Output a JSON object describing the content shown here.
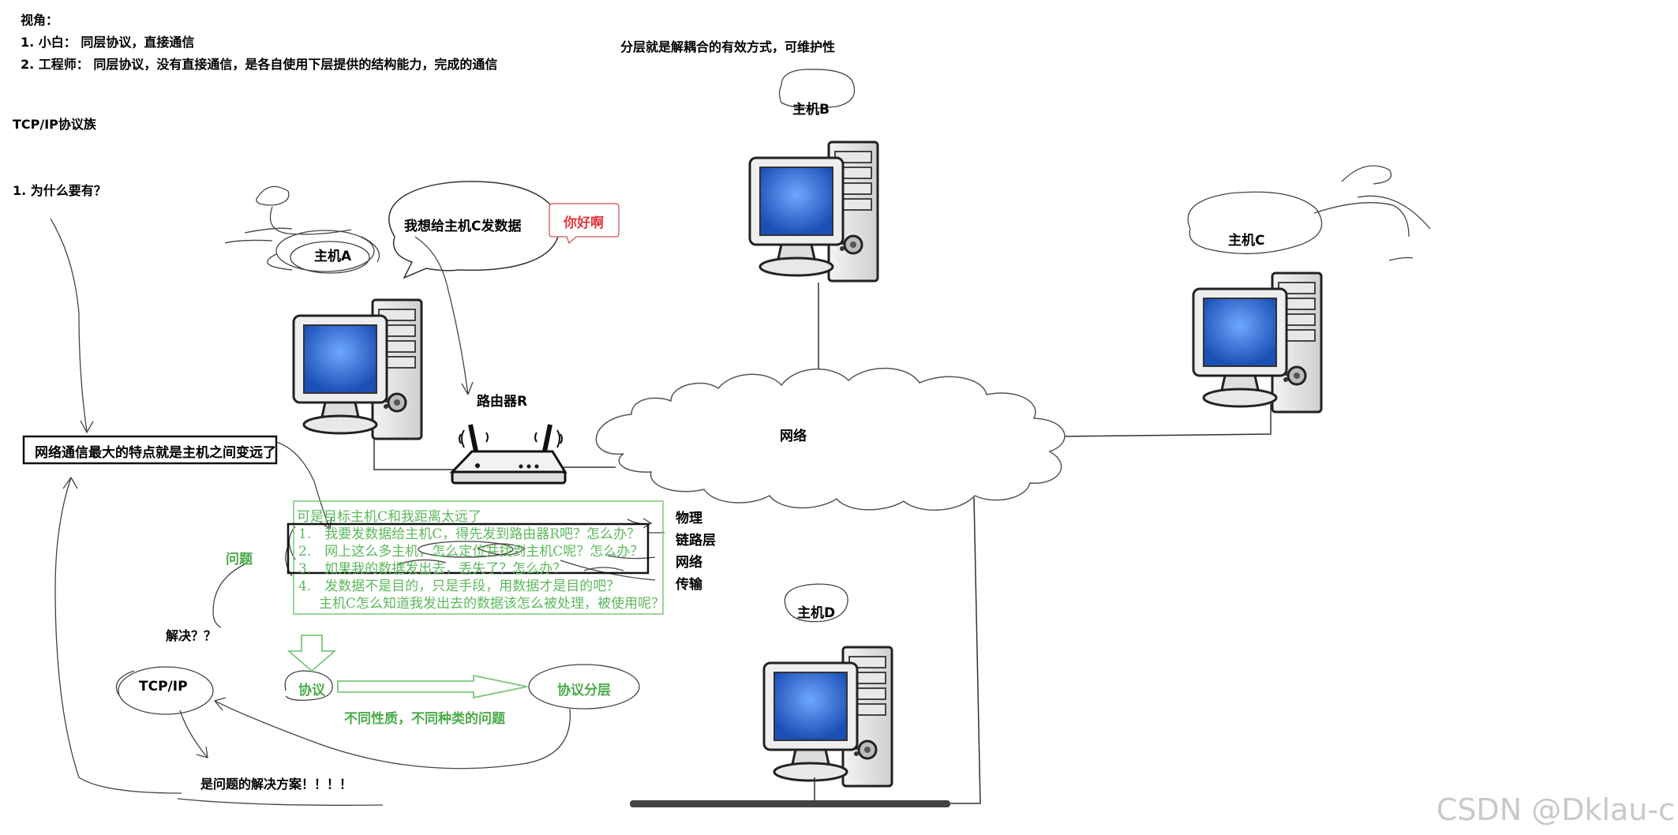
{
  "header": {
    "perspective_title": "视角：",
    "perspective_1": "1. 小白： 同层协议，直接通信",
    "perspective_2": "2. 工程师： 同层协议，没有直接通信，是各自使用下层提供的结构能力，完成的通信",
    "layering_note": "分层就是解耦合的有效方式，可维护性",
    "tcpip_family": "TCP/IP协议族",
    "why_question": "1. 为什么要有？"
  },
  "hosts": {
    "host_a": "主机A",
    "host_b": "主机B",
    "host_c": "主机C",
    "host_d": "主机D",
    "router": "路由器R",
    "network": "网络"
  },
  "bubbles": {
    "speech": "我想给主机C发数据",
    "hello": "你好啊"
  },
  "key_point": "网络通信最大的特点就是主机之间变远了",
  "problems": {
    "intro": "可是目标主机C和我距离太远了",
    "p1": "1.　我要发数据给主机C，得先发到路由器R吧？怎么办？",
    "p2": "2.　网上这么多主机，怎么定位并找到主机C呢？怎么办？",
    "p3": "3.　如果我的数据发出去，丢失了？怎么办？",
    "p4a": "4.　发数据不是目的，只是手段，用数据才是目的吧？",
    "p4b": "主机C怎么知道我发出去的数据该怎么被处理，被使用呢？"
  },
  "layers": {
    "physical": "物理",
    "datalink": "链路层",
    "network": "网络",
    "transport": "传输"
  },
  "flow": {
    "problem": "问题",
    "solve": "解决？？",
    "tcpip": "TCP/IP",
    "protocol": "协议",
    "protocol_layering": "协议分层",
    "diff_problems": "不同性质，不同种类的问题",
    "solution": "是问题的解决方案！！！！"
  },
  "colors": {
    "accent_green": "#4bab4b",
    "hello_red": "#e0383e",
    "monitor_blue": "#1f5fbf"
  },
  "watermark": "CSDN @Dklau-c"
}
